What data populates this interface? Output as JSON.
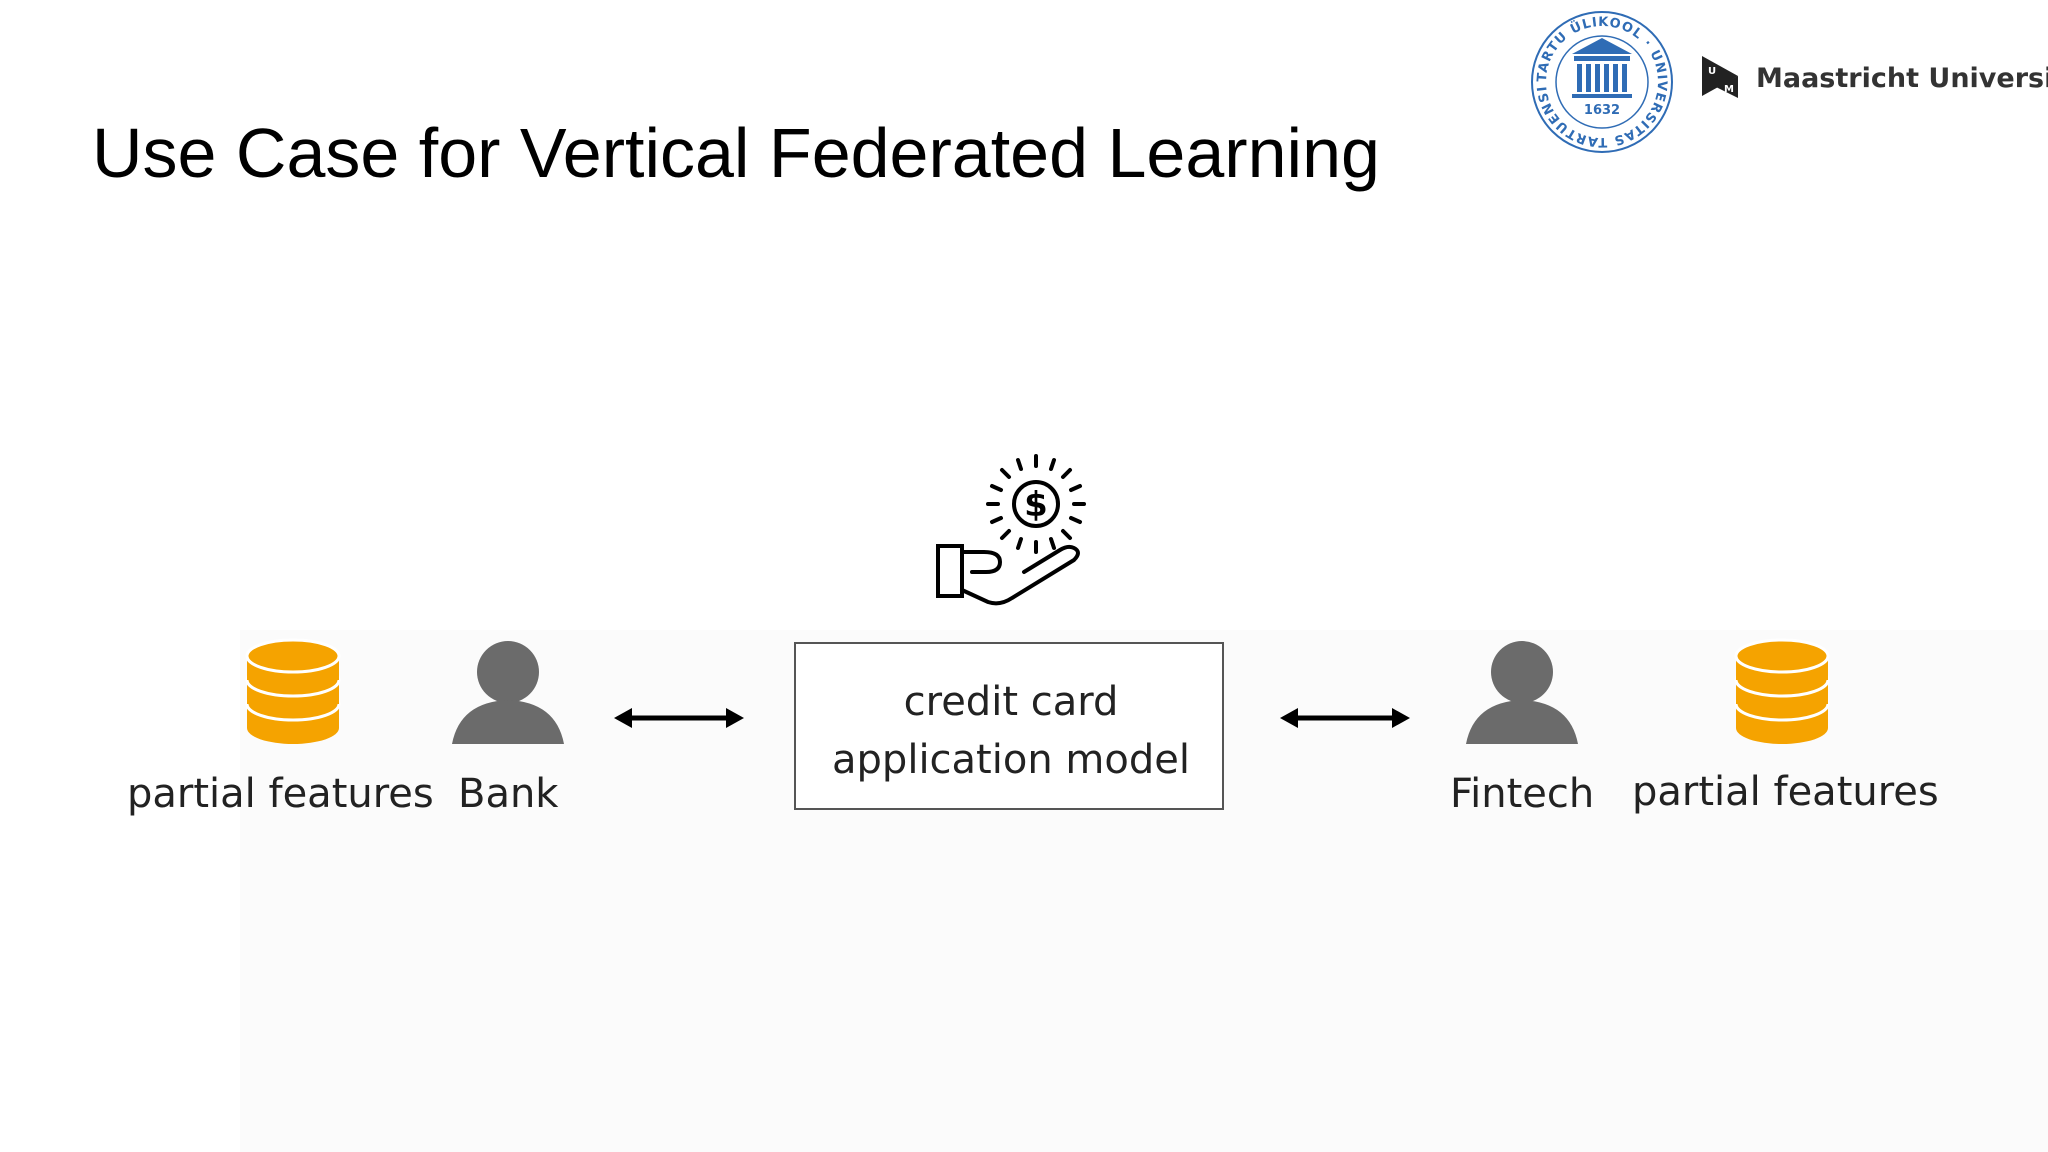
{
  "slide": {
    "title": "Use Case for Vertical Federated Learning"
  },
  "logos": {
    "tartu": {
      "ring_text": "TARTU ÜLIKOOL · UNIVERSITAS TARTUENSIS",
      "year": "1632",
      "color": "#2f6cb5"
    },
    "maastricht": {
      "name": "Maastricht University",
      "mark": "UM"
    }
  },
  "diagram": {
    "left": {
      "database_label": "partial features",
      "party_label": "Bank"
    },
    "center": {
      "model_line1": "credit card",
      "model_line2": "application model",
      "icon": "hand-holding-dollar-icon"
    },
    "right": {
      "party_label": "Fintech",
      "database_label": "partial features"
    },
    "colors": {
      "database": "#f5a300",
      "person": "#6b6b6b",
      "arrow": "#000000"
    }
  }
}
